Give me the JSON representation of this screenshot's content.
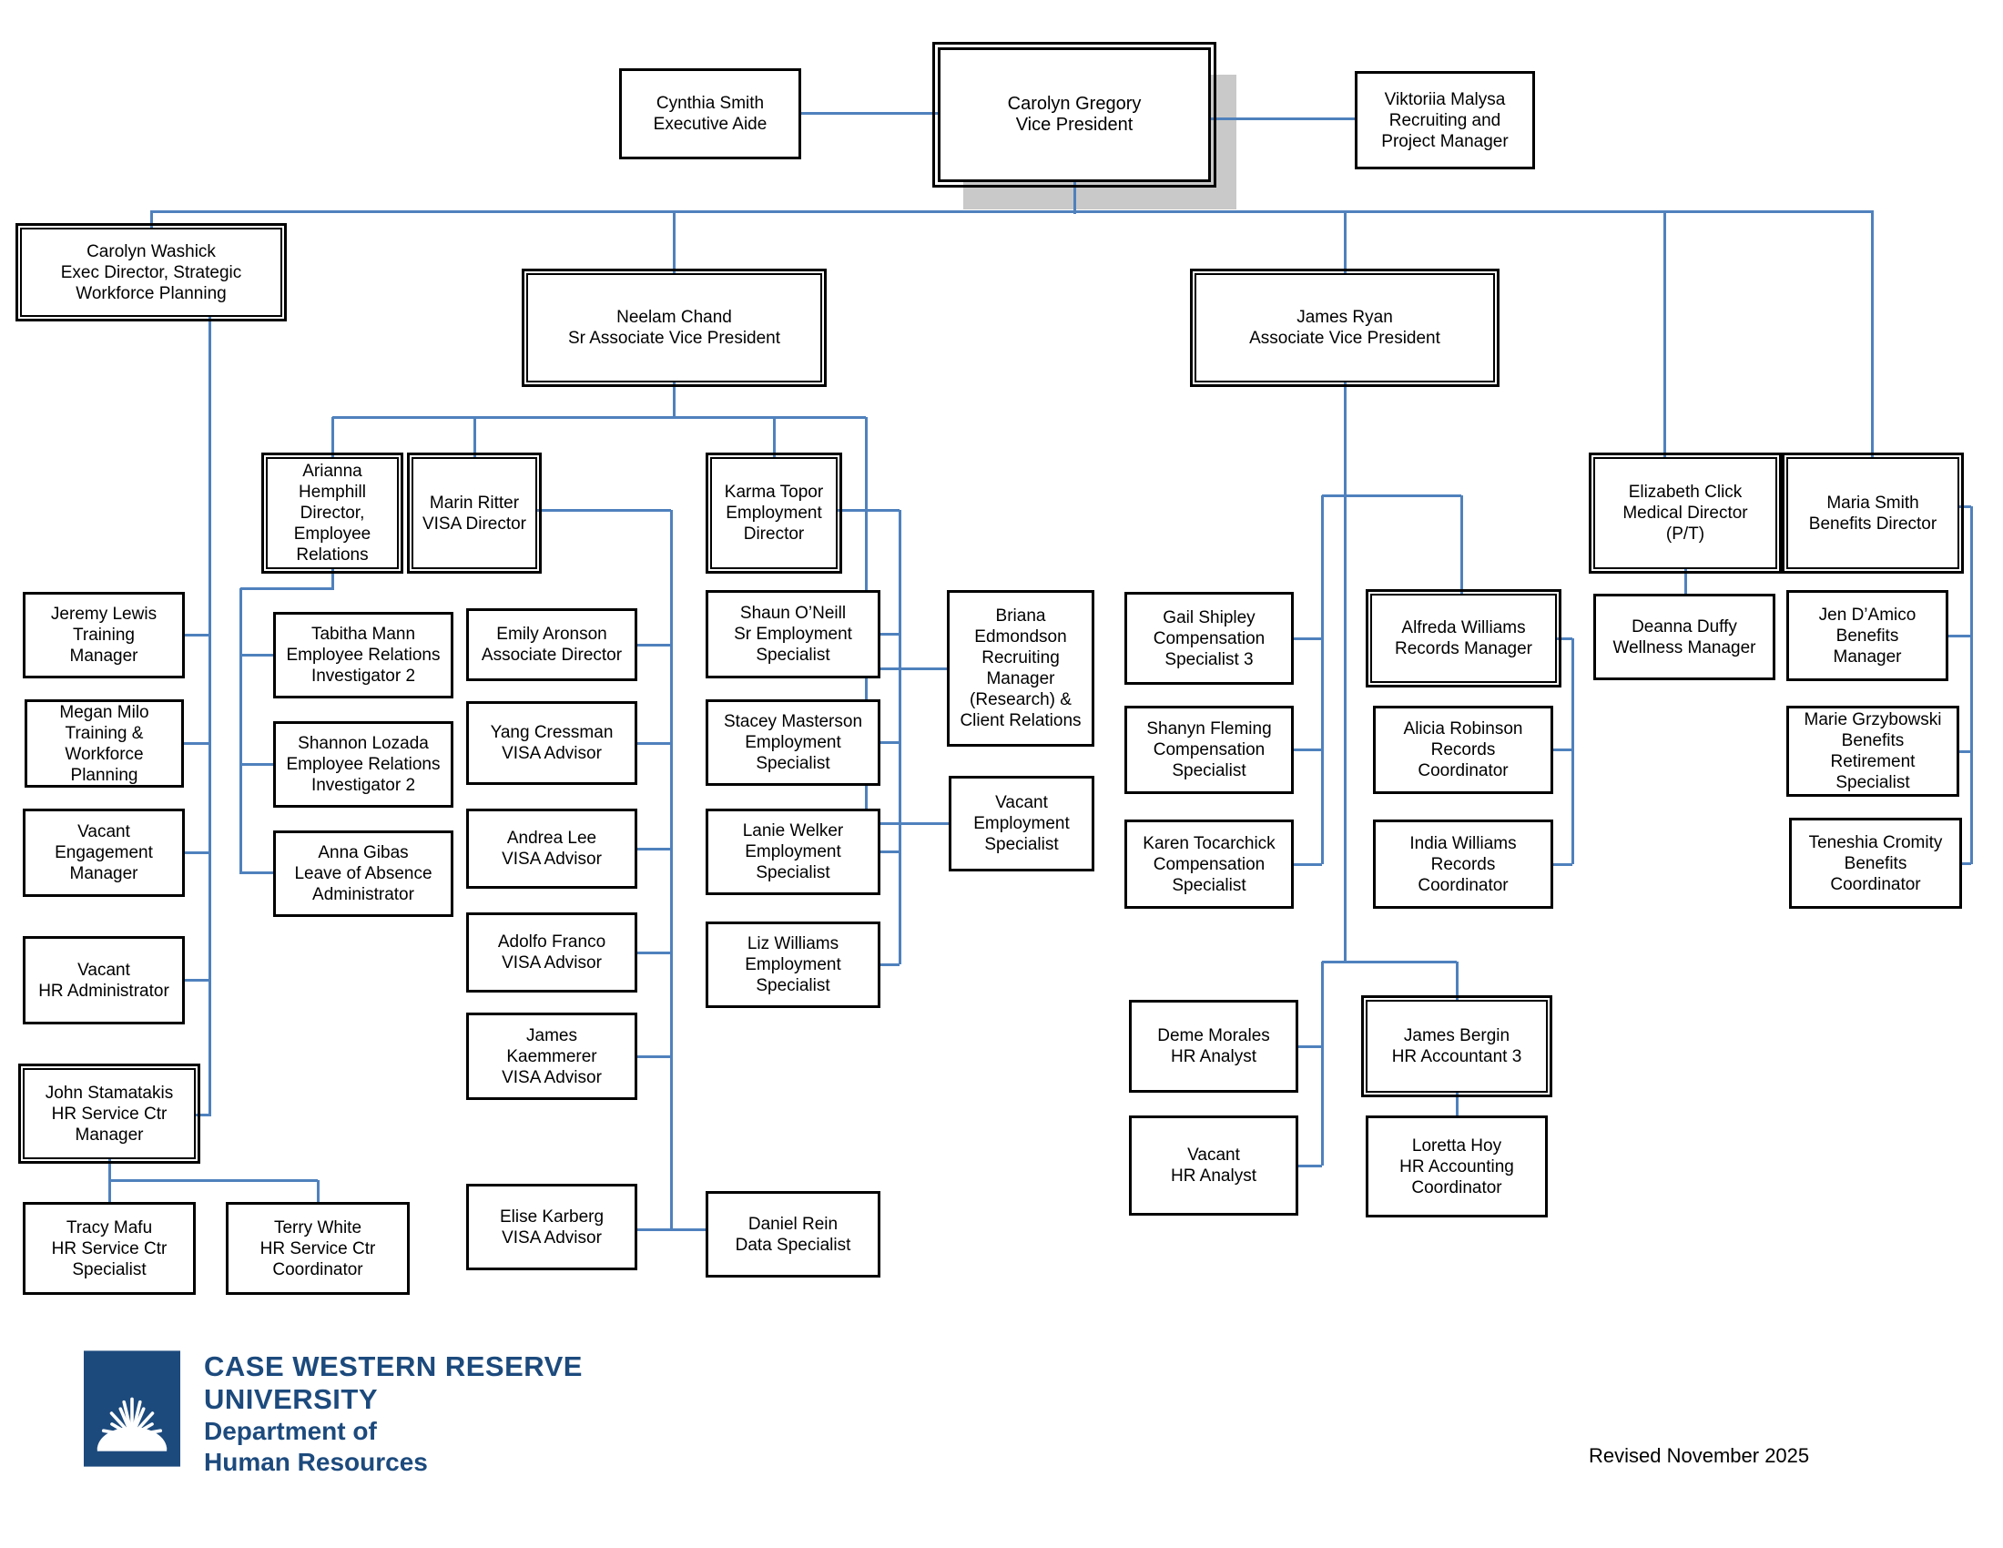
{
  "page": {
    "revised": "Revised November 2025"
  },
  "logo": {
    "line1": "CASE WESTERN RESERVE",
    "line2": "UNIVERSITY",
    "line3": "Department of",
    "line4": "Human Resources"
  },
  "colors": {
    "connector_blue": "#4f81bd",
    "logo_blue": "#1c4a7d",
    "box_border": "#000000",
    "vp_shadow_gray": "#c9c9c9"
  },
  "nodes": [
    {
      "id": "cynthia-smith",
      "text": "Cynthia Smith\nExecutive Aide"
    },
    {
      "id": "carolyn-gregory",
      "text": "Carolyn Gregory\nVice President"
    },
    {
      "id": "viktoriia-malysa",
      "text": "Viktoriia Malysa\nRecruiting and\nProject Manager"
    },
    {
      "id": "carolyn-washick",
      "text": "Carolyn Washick\nExec Director, Strategic\nWorkforce Planning"
    },
    {
      "id": "neelam-chand",
      "text": "Neelam Chand\nSr Associate Vice President"
    },
    {
      "id": "james-ryan",
      "text": "James Ryan\nAssociate Vice President"
    },
    {
      "id": "arianna-hemphill",
      "text": "Arianna Hemphill\nDirector, Employee\nRelations"
    },
    {
      "id": "marin-ritter",
      "text": "Marin Ritter\nVISA Director"
    },
    {
      "id": "karma-topor",
      "text": "Karma Topor\nEmployment\nDirector"
    },
    {
      "id": "jeremy-lewis",
      "text": "Jeremy Lewis\nTraining\nManager"
    },
    {
      "id": "megan-milo",
      "text": "Megan Milo\nTraining &\nWorkforce\nPlanning"
    },
    {
      "id": "vacant-engagement",
      "text": "Vacant\nEngagement\nManager"
    },
    {
      "id": "vacant-hr-admin",
      "text": "Vacant\nHR Administrator"
    },
    {
      "id": "john-stamatakis",
      "text": "John Stamatakis\nHR Service Ctr\nManager"
    },
    {
      "id": "tracy-mafu",
      "text": "Tracy Mafu\nHR Service Ctr\nSpecialist"
    },
    {
      "id": "terry-white",
      "text": "Terry White\nHR Service Ctr\nCoordinator"
    },
    {
      "id": "tabitha-mann",
      "text": "Tabitha Mann\nEmployee Relations\nInvestigator 2"
    },
    {
      "id": "shannon-lozada",
      "text": "Shannon Lozada\nEmployee Relations\nInvestigator 2"
    },
    {
      "id": "anna-gibas",
      "text": "Anna Gibas\nLeave of Absence\nAdministrator"
    },
    {
      "id": "emily-aronson",
      "text": "Emily Aronson\nAssociate Director"
    },
    {
      "id": "yang-cressman",
      "text": "Yang Cressman\nVISA Advisor"
    },
    {
      "id": "andrea-lee",
      "text": "Andrea Lee\nVISA Advisor"
    },
    {
      "id": "adolfo-franco",
      "text": "Adolfo Franco\nVISA Advisor"
    },
    {
      "id": "james-kaemmerer",
      "text": "James\nKaemmerer\nVISA Advisor"
    },
    {
      "id": "elise-karberg",
      "text": "Elise Karberg\nVISA Advisor"
    },
    {
      "id": "shaun-oneill",
      "text": "Shaun O’Neill\nSr Employment\nSpecialist"
    },
    {
      "id": "stacey-masterson",
      "text": "Stacey Masterson\nEmployment\nSpecialist"
    },
    {
      "id": "lanie-welker",
      "text": "Lanie Welker\nEmployment\nSpecialist"
    },
    {
      "id": "liz-williams",
      "text": "Liz Williams\nEmployment\nSpecialist"
    },
    {
      "id": "daniel-rein",
      "text": "Daniel Rein\nData Specialist"
    },
    {
      "id": "briana-edmondson",
      "text": "Briana\nEdmondson\nRecruiting\nManager\n(Research) &\nClient Relations"
    },
    {
      "id": "vacant-employment",
      "text": "Vacant\nEmployment\nSpecialist"
    },
    {
      "id": "gail-shipley",
      "text": "Gail Shipley\nCompensation\nSpecialist 3"
    },
    {
      "id": "shanyn-fleming",
      "text": "Shanyn Fleming\nCompensation\nSpecialist"
    },
    {
      "id": "karen-tocarchick",
      "text": "Karen Tocarchick\nCompensation\nSpecialist"
    },
    {
      "id": "alfreda-williams",
      "text": "Alfreda Williams\nRecords Manager"
    },
    {
      "id": "alicia-robinson",
      "text": "Alicia Robinson\nRecords\nCoordinator"
    },
    {
      "id": "india-williams",
      "text": "India Williams\nRecords\nCoordinator"
    },
    {
      "id": "deme-morales",
      "text": "Deme Morales\nHR Analyst"
    },
    {
      "id": "vacant-hr-analyst",
      "text": "Vacant\nHR Analyst"
    },
    {
      "id": "james-bergin",
      "text": "James Bergin\nHR Accountant 3"
    },
    {
      "id": "loretta-hoy",
      "text": "Loretta Hoy\nHR Accounting\nCoordinator"
    },
    {
      "id": "elizabeth-click",
      "text": "Elizabeth Click\nMedical Director\n(P/T)"
    },
    {
      "id": "maria-smith",
      "text": "Maria Smith\nBenefits Director"
    },
    {
      "id": "deanna-duffy",
      "text": "Deanna Duffy\nWellness Manager"
    },
    {
      "id": "jen-damico",
      "text": "Jen D’Amico\nBenefits\nManager"
    },
    {
      "id": "marie-grzybowski",
      "text": "Marie Grzybowski\nBenefits\nRetirement\nSpecialist"
    },
    {
      "id": "teneshia-cromity",
      "text": "Teneshia Cromity\nBenefits\nCoordinator"
    }
  ]
}
